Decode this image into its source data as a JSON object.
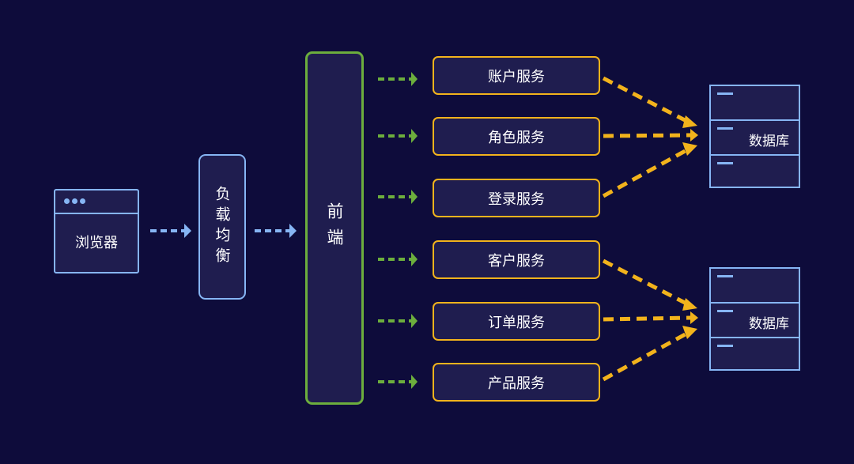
{
  "browser": {
    "label": "浏览器"
  },
  "load_balancer": {
    "label": "负载均衡"
  },
  "frontend": {
    "label": "前端"
  },
  "services": [
    "账户服务",
    "角色服务",
    "登录服务",
    "客户服务",
    "订单服务",
    "产品服务"
  ],
  "databases": [
    "数据库",
    "数据库"
  ],
  "colors": {
    "background": "#0e0c3b",
    "box_fill": "#1f1d4f",
    "blue": "#86b5f4",
    "green": "#6cae3d",
    "yellow": "#f2b31c"
  }
}
